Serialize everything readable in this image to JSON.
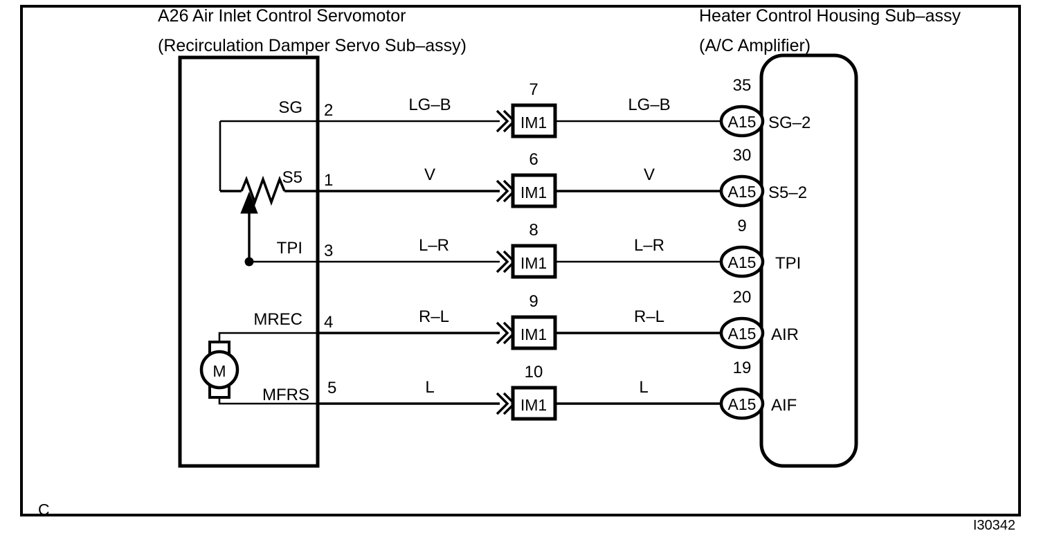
{
  "page": {
    "background": "#ffffff",
    "ink": "#000000",
    "corner_label": "C",
    "reference_code": "I30342"
  },
  "left_unit": {
    "title_line1": "A26 Air Inlet Control Servomotor",
    "title_line2": "(Recirculation Damper Servo Sub–assy)",
    "symbols": {
      "motor_label": "M",
      "potentiometer_label": "S5"
    }
  },
  "right_unit": {
    "title_line1": "Heater Control Housing Sub–assy",
    "title_line2": "(A/C Amplifier)"
  },
  "junction": {
    "name": "IM1"
  },
  "right_connector": {
    "name": "A15"
  },
  "rows": [
    {
      "left_terminal": "SG",
      "left_pin": "2",
      "wire_left": "LG–B",
      "junction_pin": "7",
      "junction_name": "IM1",
      "wire_right": "LG–B",
      "right_pin": "35",
      "right_connector": "A15",
      "right_terminal": "SG–2"
    },
    {
      "left_terminal": "S5",
      "left_pin": "1",
      "wire_left": "V",
      "junction_pin": "6",
      "junction_name": "IM1",
      "wire_right": "V",
      "right_pin": "30",
      "right_connector": "A15",
      "right_terminal": "S5–2"
    },
    {
      "left_terminal": "TPI",
      "left_pin": "3",
      "wire_left": "L–R",
      "junction_pin": "8",
      "junction_name": "IM1",
      "wire_right": "L–R",
      "right_pin": "9",
      "right_connector": "A15",
      "right_terminal": "TPI"
    },
    {
      "left_terminal": "MREC",
      "left_pin": "4",
      "wire_left": "R–L",
      "junction_pin": "9",
      "junction_name": "IM1",
      "wire_right": "R–L",
      "right_pin": "20",
      "right_connector": "A15",
      "right_terminal": "AIR"
    },
    {
      "left_terminal": "MFRS",
      "left_pin": "5",
      "wire_left": "L",
      "junction_pin": "10",
      "junction_name": "IM1",
      "wire_right": "L",
      "right_pin": "19",
      "right_connector": "A15",
      "right_terminal": "AIF"
    }
  ]
}
